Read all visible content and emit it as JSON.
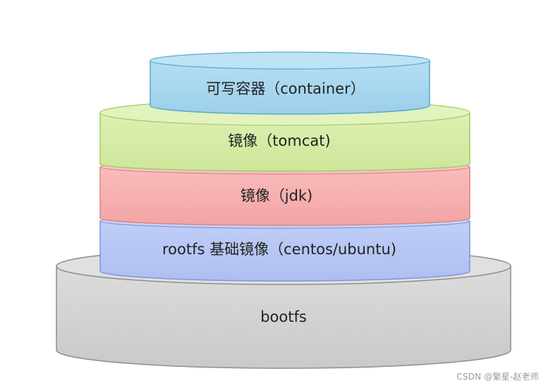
{
  "layers": {
    "container": {
      "label": "可写容器（container）",
      "fill": "#a9d8f0",
      "stroke": "#5aa8cc"
    },
    "tomcat": {
      "label": "镜像（tomcat)",
      "fill": "#d7eda9",
      "stroke": "#a6c86a"
    },
    "jdk": {
      "label": "镜像（jdk)",
      "fill": "#f7b1b1",
      "stroke": "#d98686"
    },
    "rootfs": {
      "label": "rootfs 基础镜像（centos/ubuntu)",
      "fill": "#b8c9f5",
      "stroke": "#7f95d6"
    },
    "bootfs": {
      "label": "bootfs",
      "fill": "#d2d2d2",
      "stroke": "#8e8e8e"
    }
  },
  "watermark": "CSDN @繁星-赵老师"
}
